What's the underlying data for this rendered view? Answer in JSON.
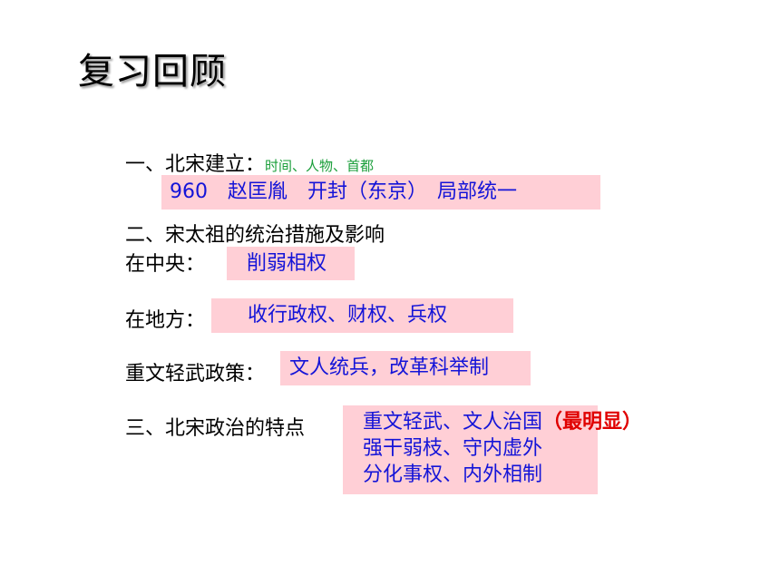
{
  "title": "复习回顾",
  "section1": {
    "label": "一、北宋建立：",
    "hint": "时间、人物、首都",
    "answer": "960　赵匡胤　开封（东京）　局部统一"
  },
  "section2": {
    "heading": "二、宋太祖的统治措施及影响",
    "central": {
      "label": "在中央：",
      "answer": "削弱相权"
    },
    "local": {
      "label": "在地方：",
      "answer": "收行政权、财权、兵权"
    },
    "policy": {
      "label": "重文轻武政策：",
      "answer": "文人统兵，改革科举制"
    }
  },
  "section3": {
    "heading": "三、北宋政治的特点",
    "items": [
      "重文轻武、文人治国",
      "强干弱枝、守内虚外",
      "分化事权、内外相制"
    ],
    "emphasis": "（最明显）"
  },
  "colors": {
    "box_bg": "#ffcfd6",
    "answer_text": "#1414d8",
    "hint_green": "#1a9e3a",
    "emphasis_red": "#e00000"
  }
}
